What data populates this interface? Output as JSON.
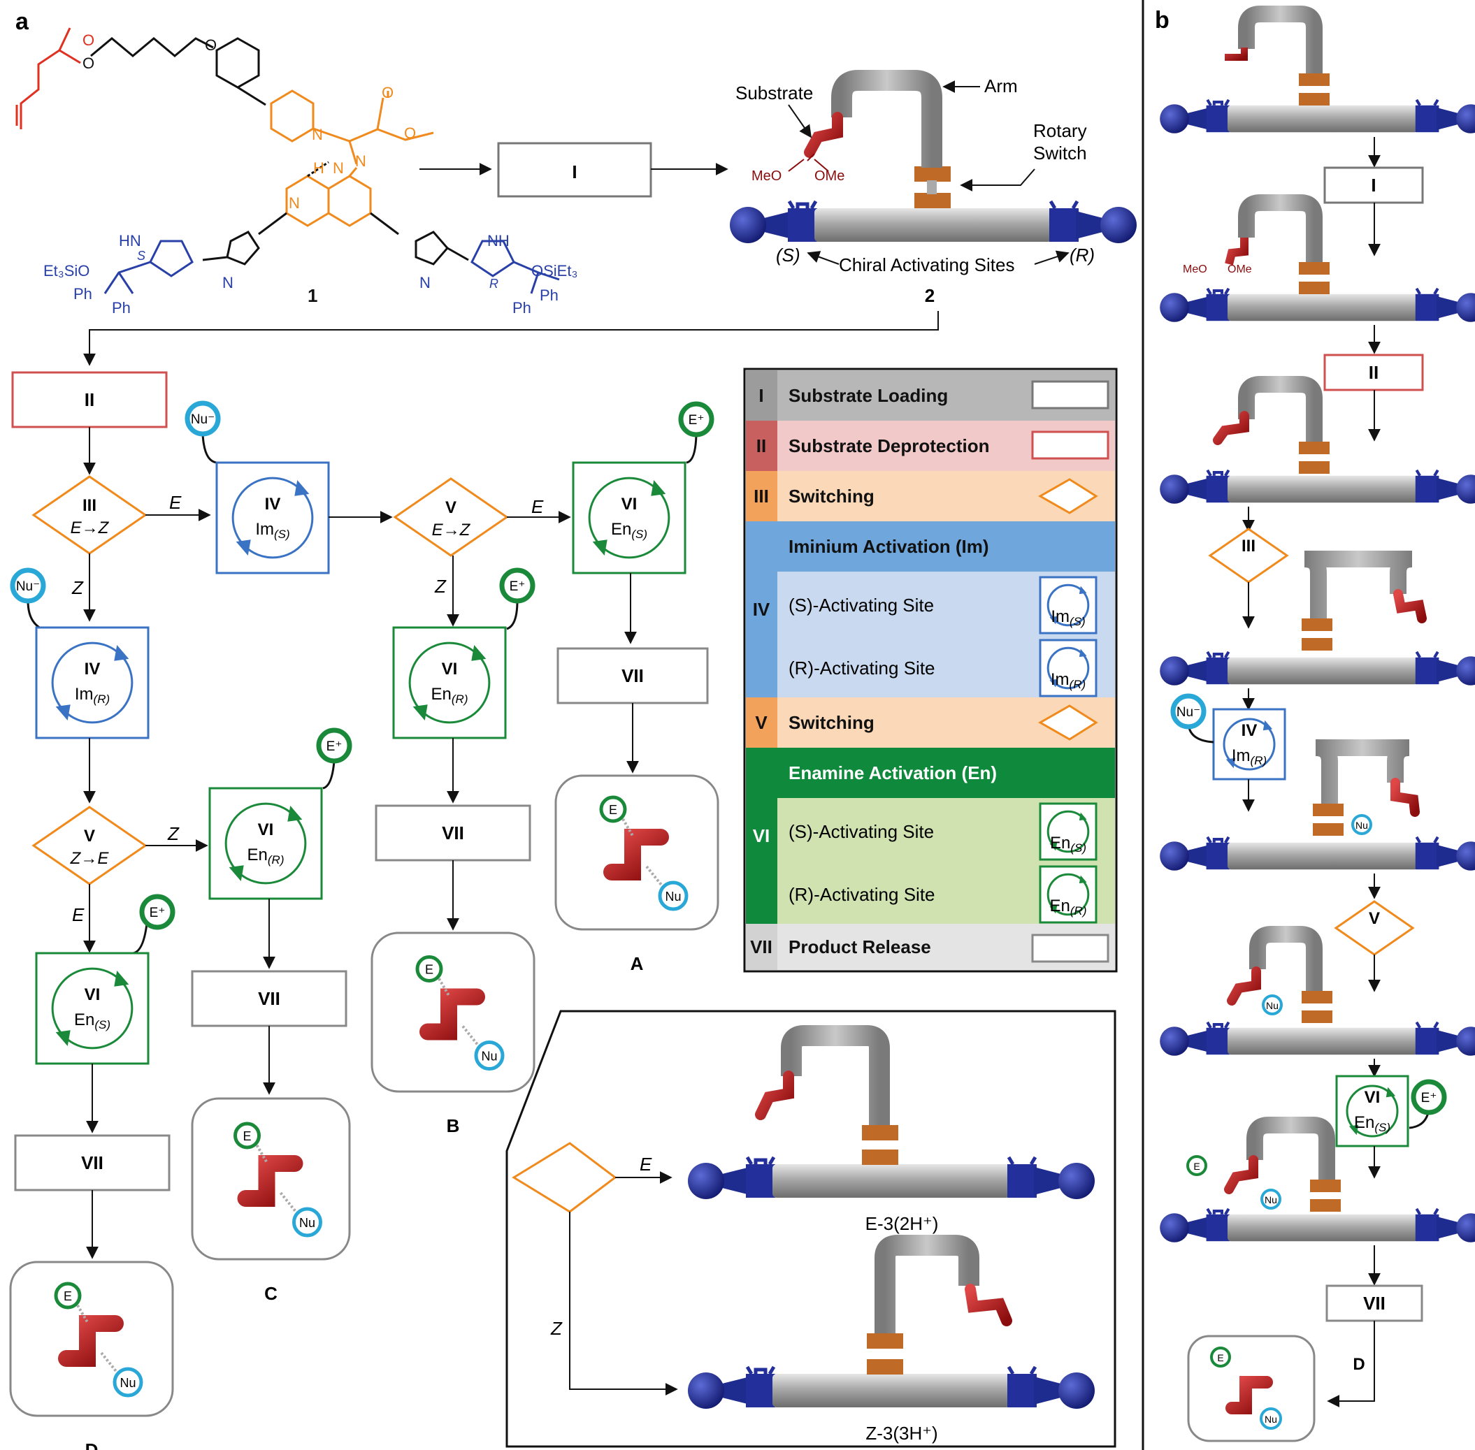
{
  "panels": {
    "a": "a",
    "b": "b"
  },
  "compound1": {
    "label": "1",
    "atoms": {
      "ester_o": "O",
      "ether_o1": "O",
      "ether_o2": "O",
      "n_pyr": "N",
      "ester2_o": "O",
      "ester2_o2": "O",
      "hn": "H",
      "n_hz": "N",
      "n_hz2": "N",
      "n_quin": "N",
      "hn_left": "HN",
      "nh_right": "NH",
      "tes_left": "Et₃SiO",
      "tes_right": "OSiEt₃",
      "ph": "Ph",
      "s": "S",
      "r": "R",
      "n_tri": "N",
      "n_tri2": "N"
    }
  },
  "compound2": {
    "label": "2",
    "substrate": "Substrate",
    "arm": "Arm",
    "rotary_switch_1": "Rotary",
    "rotary_switch_2": "Switch",
    "meo": "MeO",
    "ome": "OMe",
    "s_site": "(S)",
    "r_site": "(R)",
    "chiral_sites": "Chiral Activating Sites"
  },
  "steps": {
    "I": "I",
    "II": "II",
    "III": "III",
    "IV": "IV",
    "V": "V",
    "VI": "VI",
    "VII": "VII",
    "e_to_z": "E→Z",
    "z_to_e": "Z→E",
    "E": "E",
    "Z": "Z",
    "im": "Im",
    "en": "En",
    "s_sub": "(S)",
    "r_sub": "(R)"
  },
  "reagents": {
    "nu_minus": "Nu⁻",
    "e_plus": "E⁺",
    "e": "E",
    "nu": "Nu"
  },
  "products": {
    "A": "A",
    "B": "B",
    "C": "C",
    "D": "D"
  },
  "legend": {
    "rows": [
      {
        "num": "I",
        "label": "Substrate Loading"
      },
      {
        "num": "II",
        "label": "Substrate Deprotection"
      },
      {
        "num": "III",
        "label": "Switching"
      },
      {
        "num": "IV",
        "label": "Iminium Activation (Im)",
        "sub": [
          "(S)-Activating Site",
          "(R)-Activating Site"
        ]
      },
      {
        "num": "V",
        "label": "Switching"
      },
      {
        "num": "VI",
        "label": "Enamine Activation (En)",
        "sub": [
          "(S)-Activating Site",
          "(R)-Activating Site"
        ]
      },
      {
        "num": "VII",
        "label": "Product Release"
      }
    ],
    "colors": {
      "I": "#b7b7b7",
      "II": "#f1c9c9",
      "III": "#fbd9b8",
      "IV": "#6fa6dc",
      "IV_sub": "#c9daf0",
      "V": "#fbd9b8",
      "VI": "#0f8a3c",
      "VI_sub": "#cfe2b0",
      "VII": "#e4e4e4"
    }
  },
  "inset": {
    "e_label": "E-3(2H⁺)",
    "z_label": "Z-3(3H⁺)",
    "E": "E",
    "Z": "Z"
  }
}
